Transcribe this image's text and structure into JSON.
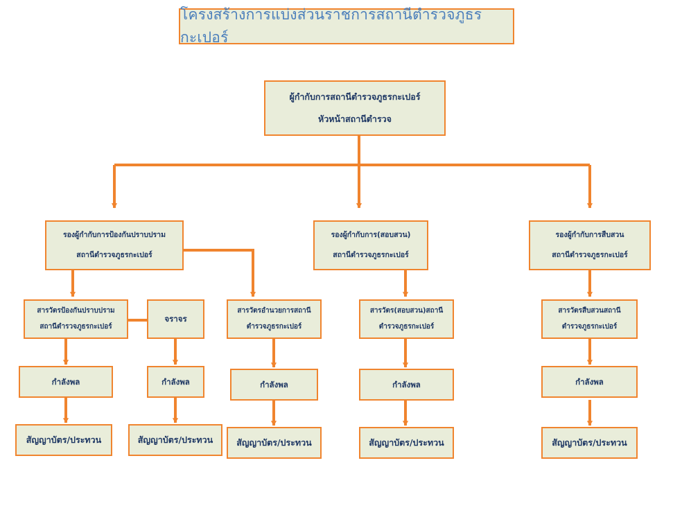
{
  "title": {
    "text": "โครงสร้างการแบ่งส่วนราชการสถานีตำรวจภูธรกะเปอร์",
    "color": "#4A7EBB"
  },
  "theme": {
    "box_fill": "#E9EDDA",
    "box_border": "#F0842E",
    "node_text": "#1F3864",
    "connector": "#F0842E",
    "background": "#FFFFFF"
  },
  "nodes": {
    "chief": {
      "line1": "ผู้กำกับการสถานีตำรวจภูธรกะเปอร์",
      "line2": "หัวหน้าสถานีตำรวจ"
    },
    "deputy_prevention": {
      "line1": "รองผู้กำกับการป้องกันปราบปราม",
      "line2": "สถานีตำรวจภูธรกะเปอร์"
    },
    "deputy_investigation": {
      "line1": "รองผู้กำกับการ(สอบสวน)",
      "line2": "สถานีตำรวจภูธรกะเปอร์"
    },
    "deputy_inquiry": {
      "line1": "รองผู้กำกับการสืบสวน",
      "line2": "สถานีตำรวจภูธรกะเปอร์"
    },
    "inspector_prevention": {
      "line1": "สารวัตรป้องกันปราบปราม",
      "line2": "สถานีตำรวจภูธรกะเปอร์"
    },
    "traffic": {
      "line1": "จราจร"
    },
    "inspector_admin": {
      "line1": "สารวัตรอำนวยการสถานี",
      "line2": "ตำรวจภูธรกะเปอร์"
    },
    "inspector_investigation": {
      "line1": "สารวัตร(สอบสวน)สถานี",
      "line2": "ตำรวจภูธรกะเปอร์"
    },
    "inspector_inquiry": {
      "line1": "สารวัตรสืบสวนสถานี",
      "line2": "ตำรวจภูธรกะเปอร์"
    },
    "personnel": {
      "line1": "กำลังพล"
    },
    "ranks": {
      "line1": "สัญญาบัตร/ประทวน"
    }
  },
  "columns": [
    {
      "key": "prevention",
      "personnel_label": "กำลังพล",
      "ranks_label": "สัญญาบัตร/ประทวน"
    },
    {
      "key": "traffic",
      "personnel_label": "กำลังพล",
      "ranks_label": "สัญญาบัตร/ประทวน"
    },
    {
      "key": "admin",
      "personnel_label": "กำลังพล",
      "ranks_label": "สัญญาบัตร/ประทวน"
    },
    {
      "key": "investigation",
      "personnel_label": "กำลังพล",
      "ranks_label": "สัญญาบัตร/ประทวน"
    },
    {
      "key": "inquiry",
      "personnel_label": "กำลังพล",
      "ranks_label": "สัญญาบัตร/ประทวน"
    }
  ]
}
